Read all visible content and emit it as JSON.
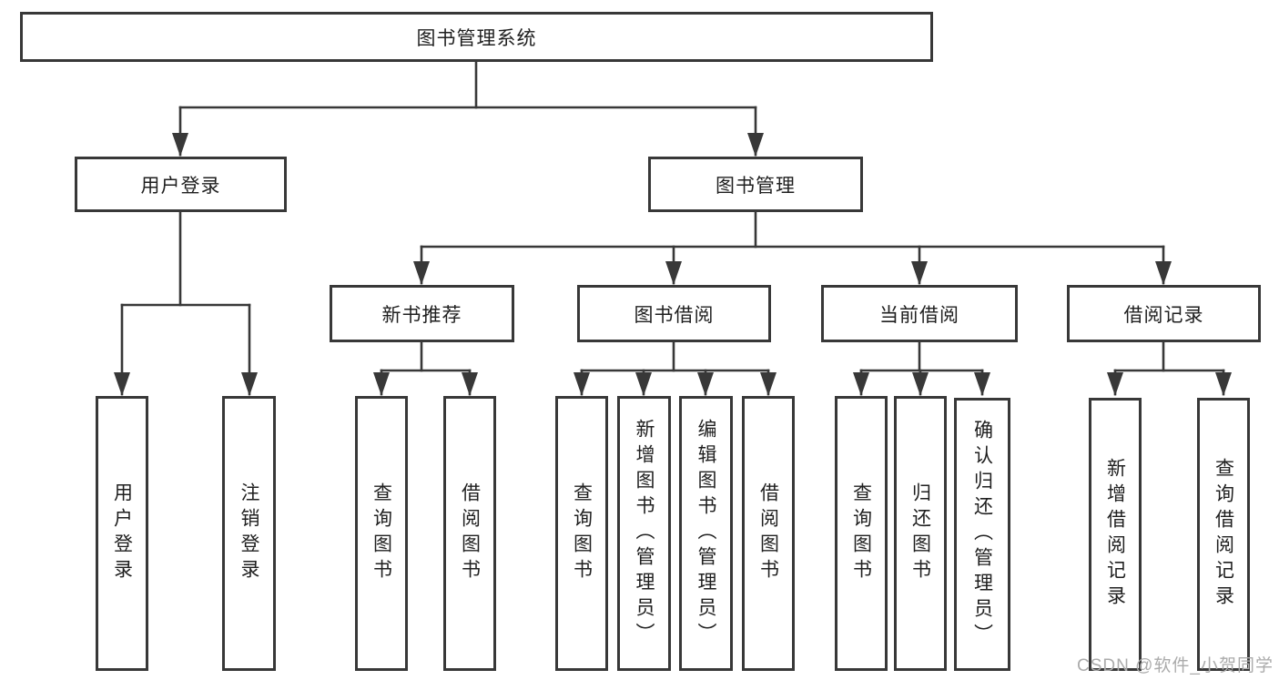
{
  "colors": {
    "line_color": "#383838",
    "box_border": "#383838",
    "text_color": "#1f1f1f",
    "watermark_color": "#ababab"
  },
  "tree": {
    "root": {
      "label": "图书管理系统",
      "children": {
        "user_login": {
          "label": "用户登录",
          "children": {
            "user_login_leaf": {
              "label": "用户登录"
            },
            "logout_leaf": {
              "label": "注销登录"
            }
          }
        },
        "book_mgmt": {
          "label": "图书管理",
          "children": {
            "new_book_rec": {
              "label": "新书推荐",
              "children": {
                "query_books": {
                  "label": "查询图书"
                },
                "borrow_books": {
                  "label": "借阅图书"
                }
              }
            },
            "book_borrow": {
              "label": "图书借阅",
              "children": {
                "query_books": {
                  "label": "查询图书"
                },
                "add_books_admin": {
                  "label": "新增图书（管理员）"
                },
                "edit_books_admin": {
                  "label": "编辑图书（管理员）"
                },
                "borrow_books": {
                  "label": "借阅图书"
                }
              }
            },
            "current_borrow": {
              "label": "当前借阅",
              "children": {
                "query_books": {
                  "label": "查询图书"
                },
                "return_books": {
                  "label": "归还图书"
                },
                "confirm_return_admin": {
                  "label": "确认归还（管理员）"
                }
              }
            },
            "borrow_records": {
              "label": "借阅记录",
              "children": {
                "add_borrow_record": {
                  "label": "新增借阅记录"
                },
                "query_borrow_record": {
                  "label": "查询借阅记录"
                }
              }
            }
          }
        }
      }
    }
  },
  "watermark": {
    "text": "CSDN @软件_小贺同学"
  }
}
